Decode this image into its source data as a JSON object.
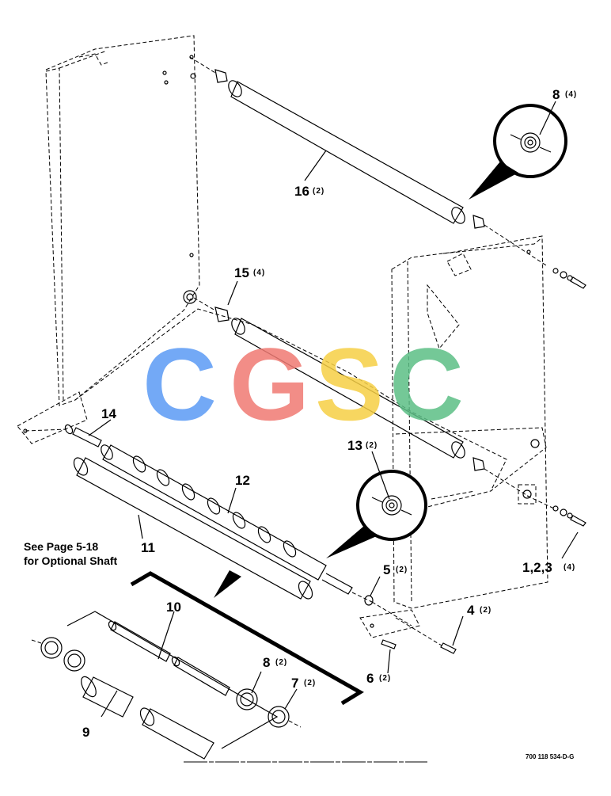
{
  "labels": {
    "p16": "16",
    "p16_qty": "(2)",
    "p8top": "8",
    "p8top_qty": "(4)",
    "p15": "15",
    "p15_qty": "(4)",
    "p14": "14",
    "p13": "13",
    "p13_qty": "(2)",
    "p12": "12",
    "p11": "11",
    "p5": "5",
    "p5_qty": "(2)",
    "p123": "1,2,3",
    "p123_qty": "(4)",
    "p10": "10",
    "p4": "4",
    "p4_qty": "(2)",
    "p8bot": "8",
    "p8bot_qty": "(2)",
    "p7": "7",
    "p7_qty": "(2)",
    "p6": "6",
    "p6_qty": "(2)",
    "p9": "9"
  },
  "note": {
    "line1": "See Page 5-18",
    "line2": "for Optional Shaft"
  },
  "doc_number": "700 118 534-D-G",
  "watermark": {
    "letters": [
      "C",
      "G",
      "S",
      "C"
    ],
    "colors": [
      "#5b9bf5",
      "#f07a73",
      "#f6cf45",
      "#5cbf86"
    ]
  }
}
